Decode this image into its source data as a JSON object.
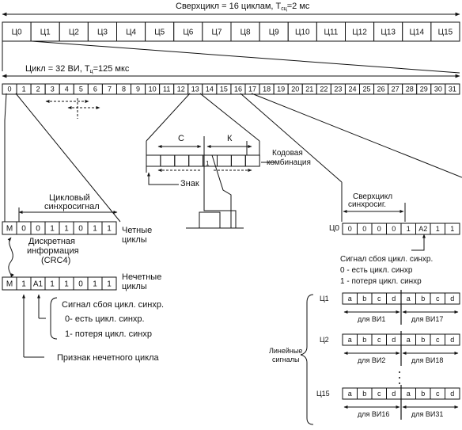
{
  "superframe": {
    "title": "Сверхцикл = 16 циклам, T",
    "title_sub": "сц",
    "title_tail": "=2 мс",
    "cells": [
      "Ц0",
      "Ц1",
      "Ц2",
      "Ц3",
      "Ц4",
      "Ц5",
      "Ц6",
      "Ц7",
      "Ц8",
      "Ц9",
      "Ц10",
      "Ц11",
      "Ц12",
      "Ц13",
      "Ц14",
      "Ц15"
    ]
  },
  "frame": {
    "title": "Цикл = 32 ВИ, T",
    "title_sub": "ц",
    "title_tail": "=125 мкс",
    "cells": [
      "0",
      "1",
      "2",
      "3",
      "4",
      "5",
      "6",
      "7",
      "8",
      "9",
      "10",
      "11",
      "12",
      "13",
      "14",
      "15",
      "16",
      "17",
      "18",
      "19",
      "20",
      "21",
      "22",
      "23",
      "24",
      "25",
      "26",
      "27",
      "28",
      "29",
      "30",
      "31"
    ]
  },
  "ts13_detail": {
    "label_c": "С",
    "label_k": "К",
    "cell_1": "1",
    "label_codeword": "Кодовая",
    "label_codeword_2": "комбинация",
    "label_sign": "Знак"
  },
  "even_frame": {
    "sync_label_1": "Цикловый",
    "sync_label_2": "синхросигнал",
    "cells": [
      "M",
      "0",
      "0",
      "1",
      "1",
      "0",
      "1",
      "1"
    ],
    "label_1": "Четные",
    "label_2": "циклы"
  },
  "discrete_info": {
    "line_1": "Дискретная",
    "line_2": "информация",
    "line_3": "(CRC4)"
  },
  "odd_frame": {
    "cells": [
      "M",
      "1",
      "A1",
      "1",
      "1",
      "0",
      "1",
      "1"
    ],
    "label_1": "Нечетные",
    "label_2": "циклы"
  },
  "odd_notes": {
    "line_1": "Сигнал сбоя цикл. синхр.",
    "line_2": "0- есть цикл. синхр.",
    "line_3": "1- потеря цикл. синхр",
    "odd_indicator": "Признак нечетного цикла"
  },
  "ts16_multiframe": {
    "label_1": "Сверхцикл",
    "label_2": "синхросиг.",
    "row_label": "Ц0",
    "cells": [
      "0",
      "0",
      "0",
      "0",
      "1",
      "A2",
      "1",
      "1"
    ]
  },
  "ts16_notes": {
    "line_1": "Сигнал сбоя цикл. синхр.",
    "line_2": "0 - есть цикл. синхр",
    "line_3": "1 - потеря цикл. синхр"
  },
  "signaling": {
    "brace_label_1": "Линейные",
    "brace_label_2": "сигналы",
    "rows": [
      {
        "label": "Ц1",
        "cells": [
          "a",
          "b",
          "c",
          "d",
          "a",
          "b",
          "c",
          "d"
        ],
        "left": "для ВИ1",
        "right": "для ВИ17"
      },
      {
        "label": "Ц2",
        "cells": [
          "a",
          "b",
          "c",
          "d",
          "a",
          "b",
          "c",
          "d"
        ],
        "left": "для ВИ2",
        "right": "для ВИ18"
      },
      {
        "label": "Ц15",
        "cells": [
          "a",
          "b",
          "c",
          "d",
          "a",
          "b",
          "c",
          "d"
        ],
        "left": "для ВИ16",
        "right": "для ВИ31"
      }
    ]
  }
}
